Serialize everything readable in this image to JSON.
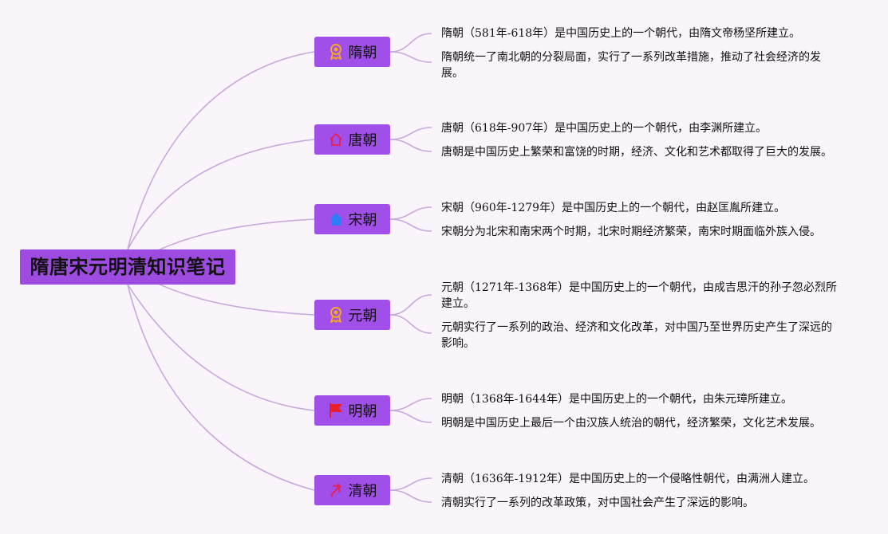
{
  "root": {
    "title": "隋唐宋元明清知识笔记"
  },
  "dynasties": [
    {
      "name": "隋朝",
      "icon": "award-ribbon-icon",
      "icon_color": "#f5a623",
      "notes": [
        "隋朝（581年-618年）是中国历史上的一个朝代，由隋文帝杨坚所建立。",
        "隋朝统一了南北朝的分裂局面，实行了一系列改革措施，推动了社会经济的发展。"
      ]
    },
    {
      "name": "唐朝",
      "icon": "home-icon",
      "icon_color": "#e0245e",
      "notes": [
        "唐朝（618年-907年）是中国历史上的一个朝代，由李渊所建立。",
        "唐朝是中国历史上繁荣和富饶的时期，经济、文化和艺术都取得了巨大的发展。"
      ]
    },
    {
      "name": "宋朝",
      "icon": "house-icon",
      "icon_color": "#2f7df6",
      "notes": [
        "宋朝（960年-1279年）是中国历史上的一个朝代，由赵匡胤所建立。",
        "宋朝分为北宋和南宋两个时期，北宋时期经济繁荣，南宋时期面临外族入侵。"
      ]
    },
    {
      "name": "元朝",
      "icon": "award-ribbon-icon",
      "icon_color": "#f5a623",
      "notes": [
        "元朝（1271年-1368年）是中国历史上的一个朝代，由成吉思汗的孙子忽必烈所建立。",
        "元朝实行了一系列的政治、经济和文化改革，对中国乃至世界历史产生了深远的影响。"
      ]
    },
    {
      "name": "明朝",
      "icon": "flag-icon",
      "icon_color": "#e8202a",
      "notes": [
        "明朝（1368年-1644年）是中国历史上的一个朝代，由朱元璋所建立。",
        "明朝是中国历史上最后一个由汉族人统治的朝代，经济繁荣，文化艺术发展。"
      ]
    },
    {
      "name": "清朝",
      "icon": "hammer-sickle-icon",
      "icon_color": "#e0245e",
      "notes": [
        "清朝（1636年-1912年）是中国历史上的一个侵略性朝代，由满洲人建立。",
        "清朝实行了一系列的改革政策，对中国社会产生了深远的影响。"
      ]
    }
  ],
  "colors": {
    "node_purple": "#a050e8",
    "link": "#c9a8de",
    "background": "#f9f5fb"
  }
}
